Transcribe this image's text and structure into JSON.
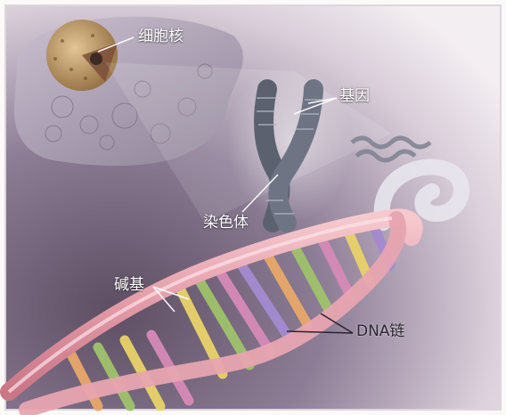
{
  "labels": {
    "nucleus": "细胞核",
    "gene": "基因",
    "chromosome": "染色体",
    "base": "碱基",
    "dna_strand": "DNA链"
  },
  "colors": {
    "background": "#8a7a92",
    "helix_ribbon": "#e8aab4",
    "nucleus": "#c9a978",
    "chromosome": "#7f8696"
  }
}
